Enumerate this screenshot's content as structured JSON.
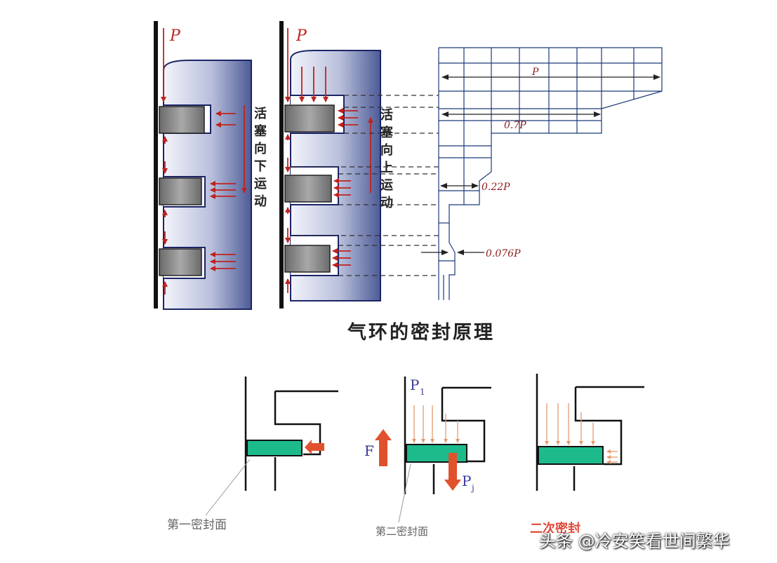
{
  "top": {
    "labels": {
      "p_left": "P",
      "p_mid": "P"
    },
    "vertical_text_down": [
      "活",
      "塞",
      "向",
      "下",
      "运",
      "动"
    ],
    "vertical_text_up": [
      "活",
      "塞",
      "向",
      "上",
      "运",
      "动"
    ],
    "pressure": {
      "full": "P",
      "p07": "0.7P",
      "p022": "0.22P",
      "p0076": "0.076P"
    },
    "caption": "气环的密封原理"
  },
  "bottom": {
    "p1": "P",
    "p1_sub": "1",
    "pj": "P",
    "pj_sub": "j",
    "force": "F",
    "seal_face_1": "第一密封面",
    "seal_face_2": "第二密封面",
    "seal_face_3": "二次密封"
  },
  "watermark": "头条 @冷安笑看世间繁华",
  "colors": {
    "arrow_red": "#c0221f",
    "ring_green": "#1dbb8c",
    "force_orange": "#e0522d",
    "blue_label": "#3a3a9a"
  }
}
